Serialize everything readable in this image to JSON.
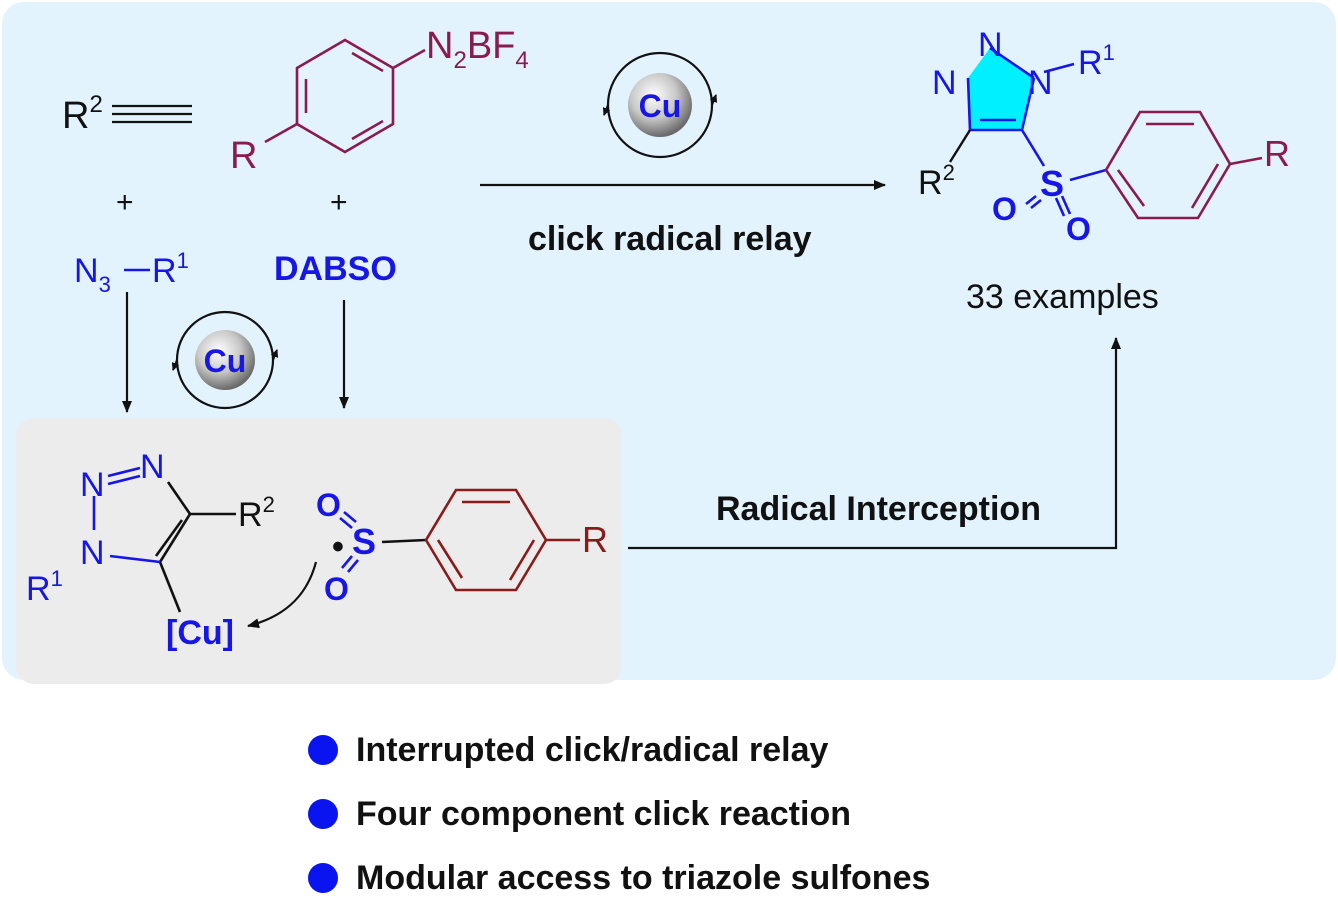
{
  "colors": {
    "panel": "#e3f3fd",
    "inner_panel": "#ececec",
    "blue": "#1616e6",
    "maroon": "#8b1a4e",
    "dark_red": "#8b1a1a",
    "triazole_fill": "#00f0ff",
    "black": "#111111"
  },
  "reagents": {
    "alkyne_r": "R",
    "alkyne_sup": "2",
    "diazonium_n2": "N",
    "diazonium_n2_sub": "2",
    "diazonium_bf4": "BF",
    "diazonium_bf4_sub": "4",
    "aryl_r": "R",
    "plus": "+",
    "azide_n": "N",
    "azide_sub": "3",
    "azide_r": "R",
    "azide_sup": "1",
    "dabso": "DABSO"
  },
  "catalyst": {
    "label": "Cu",
    "icon": "catalytic-cycle-icon"
  },
  "arrows": {
    "top_label": "click radical relay",
    "right_label": "Radical Interception"
  },
  "product": {
    "n": "N",
    "r1": "R",
    "r1_sup": "1",
    "r2": "R",
    "r2_sup": "2",
    "s": "S",
    "o": "O",
    "r": "R",
    "examples": "33 examples"
  },
  "intermediate": {
    "n": "N",
    "r1": "R",
    "r1_sup": "1",
    "r2": "R",
    "r2_sup": "2",
    "cu": "[Cu]",
    "s": "S",
    "o": "O",
    "radical_dot": "•",
    "r": "R"
  },
  "bullets": [
    "Interrupted click/radical relay",
    "Four component click reaction",
    "Modular access to triazole sulfones"
  ]
}
